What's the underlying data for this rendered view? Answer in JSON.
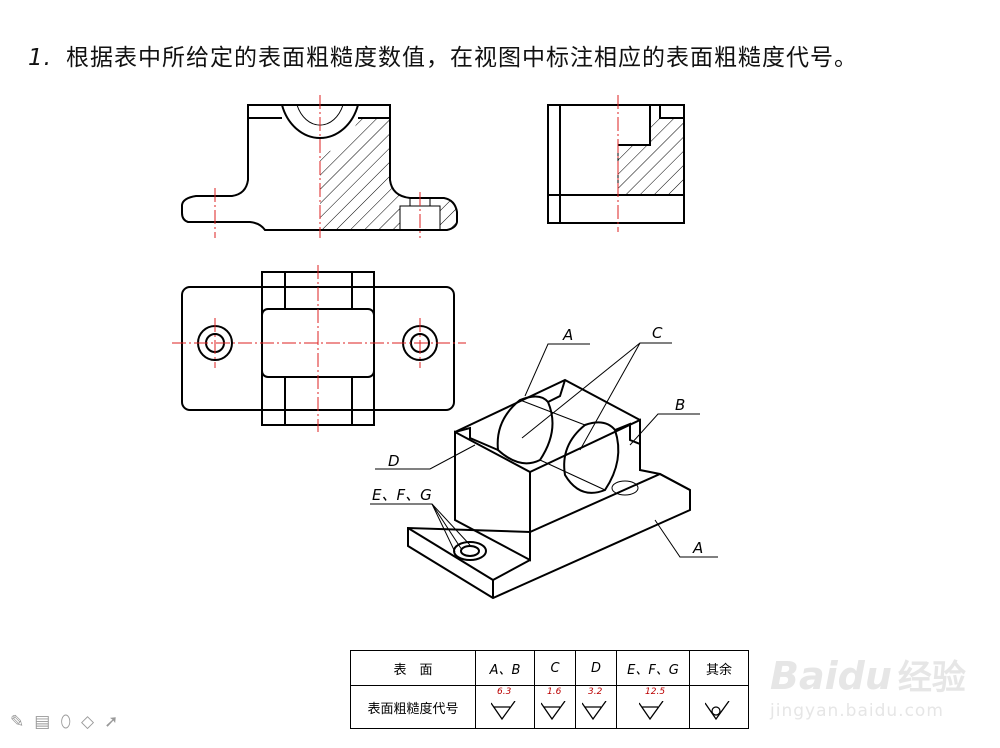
{
  "title": {
    "number": "1.",
    "text": "根据表中所给定的表面粗糙度数值，在视图中标注相应的表面粗糙度代号。"
  },
  "labels": {
    "A_top": "A",
    "C": "C",
    "B": "B",
    "D": "D",
    "EFG": "E、F、G",
    "A_bottom": "A"
  },
  "table": {
    "row1_header": "表　面",
    "row2_header": "表面粗糙度代号",
    "columns": [
      {
        "surface": "A、B",
        "value": "6.3"
      },
      {
        "surface": "C",
        "value": "1.6"
      },
      {
        "surface": "D",
        "value": "3.2"
      },
      {
        "surface": "E、F、G",
        "value": "12.5"
      },
      {
        "surface": "其余",
        "value": ""
      }
    ]
  },
  "toolbar": [
    {
      "name": "pen-icon",
      "glyph": "✎"
    },
    {
      "name": "whiteboard-icon",
      "glyph": "▤"
    },
    {
      "name": "eraser-icon",
      "glyph": "⬯"
    },
    {
      "name": "highlighter-icon",
      "glyph": "◇"
    },
    {
      "name": "pointer-icon",
      "glyph": "➚"
    }
  ],
  "watermark": {
    "logo": "Baidu",
    "cn": "经验",
    "url": "jingyan.baidu.com"
  },
  "colors": {
    "line": "#000000",
    "centerline": "#dd2222",
    "roughness_value": "#bb0000"
  }
}
